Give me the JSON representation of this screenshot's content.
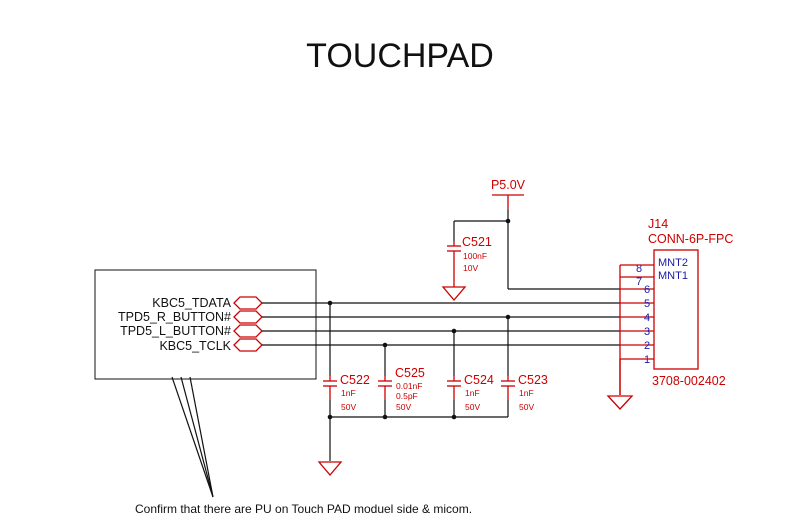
{
  "title": "TOUCHPAD",
  "power_rail": "P5.0V",
  "nets": [
    "KBC5_TDATA",
    "TPD5_R_BUTTON#",
    "TPD5_L_BUTTON#",
    "KBC5_TCLK"
  ],
  "connector": {
    "ref": "J14",
    "type": "CONN-6P-FPC",
    "part_number": "3708-002402",
    "pins": [
      {
        "num": "8",
        "name": "MNT2"
      },
      {
        "num": "7",
        "name": "MNT1"
      },
      {
        "num": "6",
        "name": ""
      },
      {
        "num": "5",
        "name": ""
      },
      {
        "num": "4",
        "name": ""
      },
      {
        "num": "3",
        "name": ""
      },
      {
        "num": "2",
        "name": ""
      },
      {
        "num": "1",
        "name": ""
      }
    ]
  },
  "capacitors": [
    {
      "ref": "C521",
      "value": "100nF",
      "tolerance": "",
      "voltage": "10V"
    },
    {
      "ref": "C522",
      "value": "1nF",
      "tolerance": "",
      "voltage": "50V"
    },
    {
      "ref": "C525",
      "value": "0.01nF",
      "tolerance": "0.5pF",
      "voltage": "50V"
    },
    {
      "ref": "C524",
      "value": "1nF",
      "tolerance": "",
      "voltage": "50V"
    },
    {
      "ref": "C523",
      "value": "1nF",
      "tolerance": "",
      "voltage": "50V"
    }
  ],
  "note": "Confirm that there are PU  on Touch PAD moduel side & micom.",
  "colors": {
    "component": "#cc0000",
    "wire": "#111111",
    "pin_text": "#1a1aa6"
  }
}
